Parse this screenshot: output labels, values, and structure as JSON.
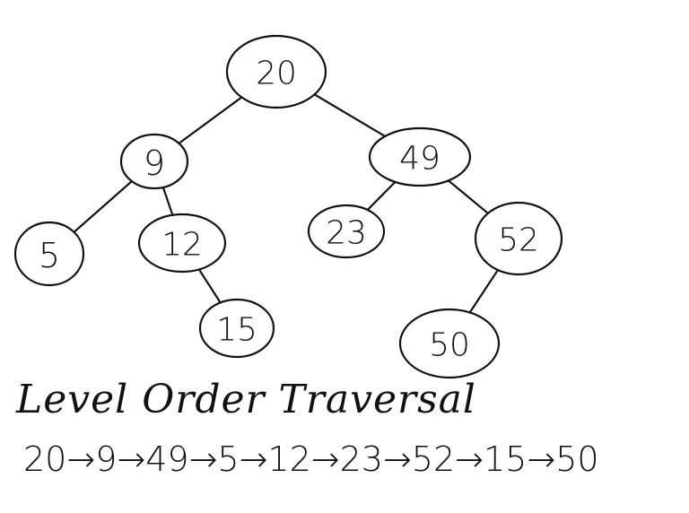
{
  "tree": {
    "nodes": [
      {
        "id": "n20",
        "label": "20"
      },
      {
        "id": "n9",
        "label": "9"
      },
      {
        "id": "n49",
        "label": "49"
      },
      {
        "id": "n5",
        "label": "5"
      },
      {
        "id": "n12",
        "label": "12"
      },
      {
        "id": "n23",
        "label": "23"
      },
      {
        "id": "n52",
        "label": "52"
      },
      {
        "id": "n15",
        "label": "15"
      },
      {
        "id": "n50",
        "label": "50"
      }
    ],
    "edges": [
      [
        "n20",
        "n9"
      ],
      [
        "n20",
        "n49"
      ],
      [
        "n9",
        "n5"
      ],
      [
        "n9",
        "n12"
      ],
      [
        "n49",
        "n23"
      ],
      [
        "n49",
        "n52"
      ],
      [
        "n12",
        "n15"
      ],
      [
        "n52",
        "n50"
      ]
    ]
  },
  "heading": "Level Order Traversal",
  "traversal": "20→9→49→5→12→23→52→15→50"
}
